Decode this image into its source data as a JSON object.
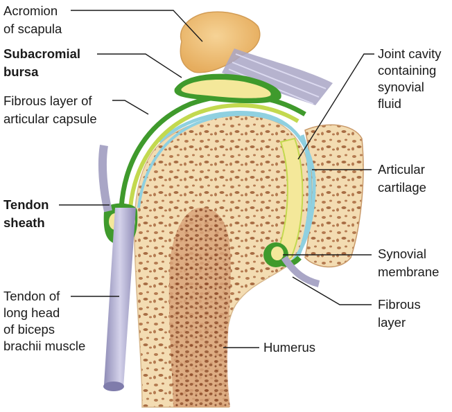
{
  "diagram": {
    "labels": {
      "acromion": [
        "Acromion",
        "of scapula"
      ],
      "subacromial_bursa": [
        "Subacromial",
        "bursa"
      ],
      "fibrous_layer_capsule": [
        "Fibrous layer of",
        "articular capsule"
      ],
      "tendon_sheath": [
        "Tendon",
        "sheath"
      ],
      "tendon_biceps": [
        "Tendon of",
        "long head",
        "of biceps",
        "brachii muscle"
      ],
      "joint_cavity": [
        "Joint cavity",
        "containing",
        "synovial",
        "fluid"
      ],
      "articular_cartilage": [
        "Articular",
        "cartilage"
      ],
      "synovial_membrane": [
        "Synovial",
        "membrane"
      ],
      "fibrous_layer": [
        "Fibrous",
        "layer"
      ],
      "humerus": [
        "Humerus"
      ]
    },
    "colors": {
      "bone": "#f3dcb2",
      "spongy_bone": "#b47a50",
      "marrow": "#9a5530",
      "acromion": "#efc07a",
      "ligament": "#a9a6c6",
      "green": "#3f9a2c",
      "light_green": "#c3d94f",
      "cyan": "#8fd0e0",
      "synovial_yellow": "#f4e89a"
    }
  }
}
